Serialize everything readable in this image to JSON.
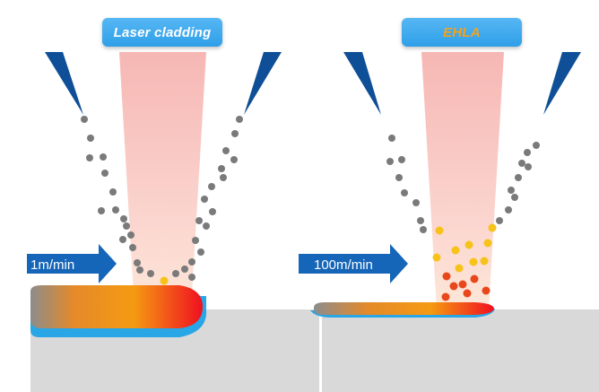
{
  "panels": [
    {
      "title": "Laser cladding",
      "speed": "1m/min"
    },
    {
      "title": "EHLA",
      "speed": "100m/min"
    }
  ],
  "colors": {
    "badge": "#3aa8ef",
    "title_left": "#ffffff",
    "title_right": "#f6a21a",
    "nozzle": "#0f4f97",
    "arrow": "#1565b8",
    "powder": "#7a7a7a",
    "molten_powder_yellow": "#f7c21a",
    "molten_powder_red": "#e8471c",
    "substrate": "#d9d9d9",
    "coating_blue": "#28a6e5"
  },
  "icons": {
    "nozzle": "nozzle-wedge-icon",
    "feed": "feed-direction-arrow-icon"
  }
}
